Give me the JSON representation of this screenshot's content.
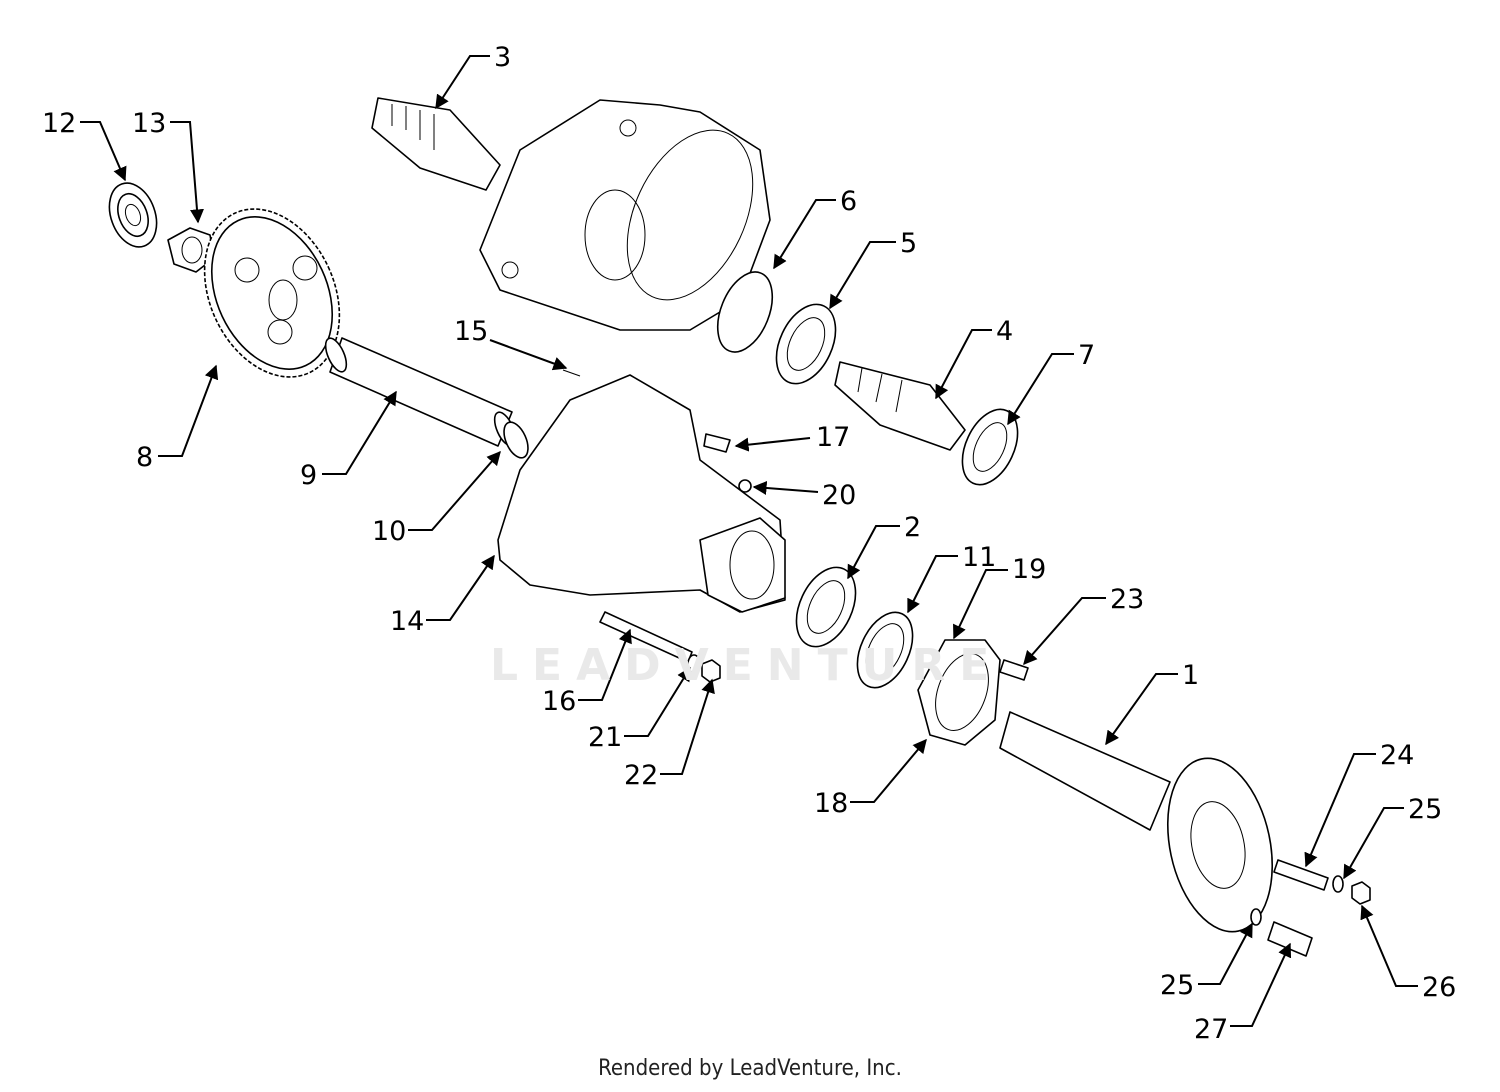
{
  "callouts": [
    {
      "n": "1"
    },
    {
      "n": "2"
    },
    {
      "n": "3"
    },
    {
      "n": "4"
    },
    {
      "n": "5"
    },
    {
      "n": "6"
    },
    {
      "n": "7"
    },
    {
      "n": "8"
    },
    {
      "n": "9"
    },
    {
      "n": "10"
    },
    {
      "n": "11"
    },
    {
      "n": "12"
    },
    {
      "n": "13"
    },
    {
      "n": "14"
    },
    {
      "n": "15"
    },
    {
      "n": "16"
    },
    {
      "n": "17"
    },
    {
      "n": "18"
    },
    {
      "n": "19"
    },
    {
      "n": "20"
    },
    {
      "n": "21"
    },
    {
      "n": "22"
    },
    {
      "n": "23"
    },
    {
      "n": "24"
    },
    {
      "n": "25"
    },
    {
      "n": "25"
    },
    {
      "n": "26"
    },
    {
      "n": "27"
    }
  ],
  "watermark": "LEADVENTURE",
  "footer": "Rendered by LeadVenture, Inc."
}
